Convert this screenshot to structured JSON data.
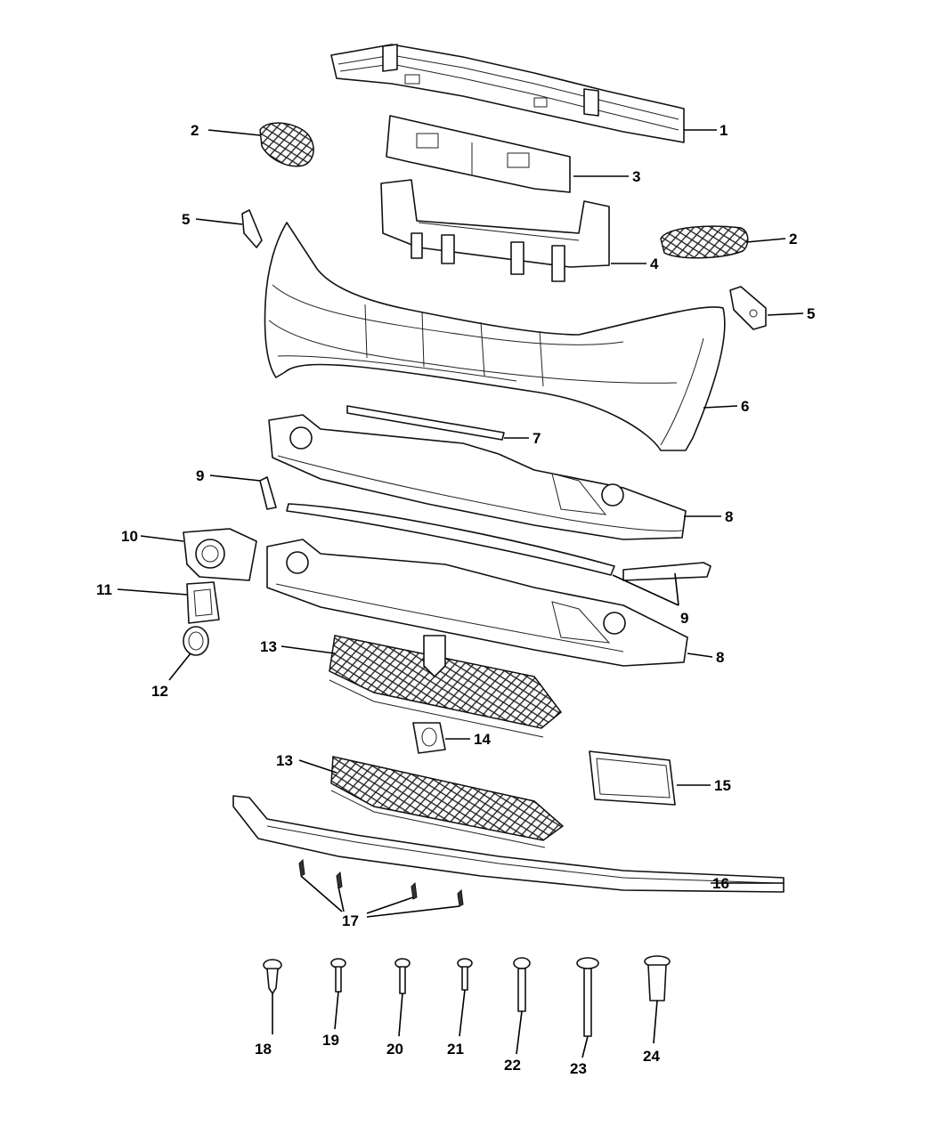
{
  "callouts": {
    "c1": "1",
    "c2a": "2",
    "c2b": "2",
    "c3": "3",
    "c4": "4",
    "c5a": "5",
    "c5b": "5",
    "c6": "6",
    "c7": "7",
    "c8a": "8",
    "c8b": "8",
    "c9a": "9",
    "c9b": "9",
    "c10": "10",
    "c11": "11",
    "c12": "12",
    "c13a": "13",
    "c13b": "13",
    "c14": "14",
    "c15": "15",
    "c16": "16",
    "c17": "17",
    "c18": "18",
    "c19": "19",
    "c20": "20",
    "c21": "21",
    "c22": "22",
    "c23": "23",
    "c24": "24"
  }
}
